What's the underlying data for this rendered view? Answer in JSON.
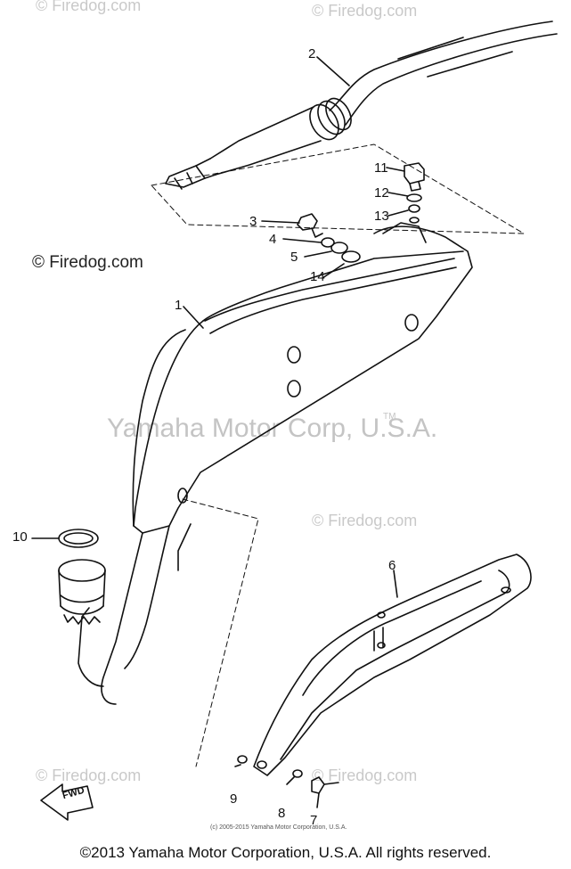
{
  "watermarks": {
    "firedog": "© Firedog.com",
    "yamaha": "Yamaha Motor Corp, U.S.A.",
    "tm": "TM"
  },
  "callouts": [
    "1",
    "2",
    "3",
    "4",
    "5",
    "6",
    "7",
    "8",
    "9",
    "10",
    "11",
    "12",
    "13",
    "14"
  ],
  "small_copyright": "(c) 2005-2015 Yamaha Motor Corporation, U.S.A.",
  "fwd_label": "FWD",
  "footer": "©2013 Yamaha Motor Corporation, U.S.A. All rights reserved."
}
